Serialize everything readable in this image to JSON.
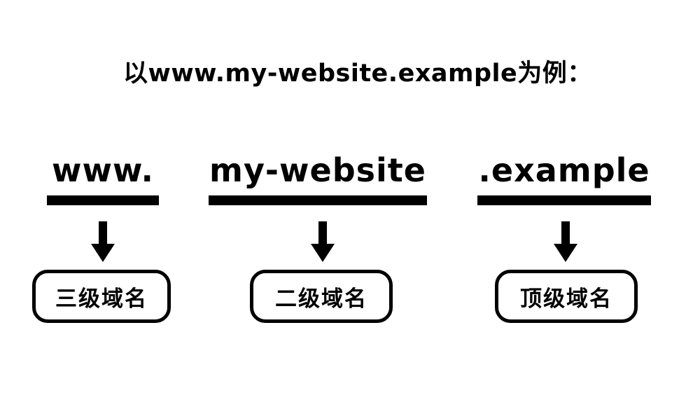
{
  "title": "以www.my-website.example为例：",
  "parts": [
    {
      "text": "www.",
      "label": "三级域名"
    },
    {
      "text": "my-website",
      "label": "二级域名"
    },
    {
      "text": ".example",
      "label": "顶级域名"
    }
  ],
  "colors": {
    "foreground": "#000000",
    "background": "#ffffff"
  },
  "icons": {
    "arrow": "arrow-down-icon"
  }
}
